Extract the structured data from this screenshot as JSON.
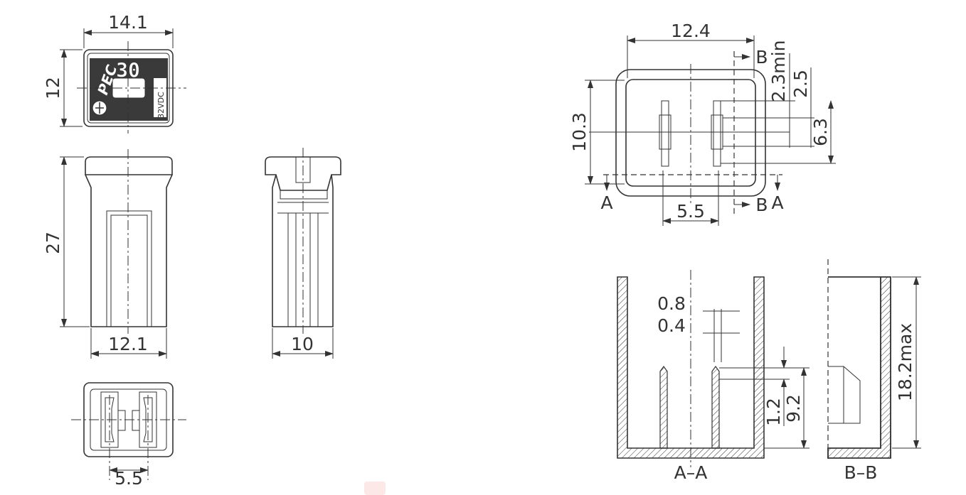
{
  "colors": {
    "line": "#333333",
    "label_dark": "#3a3a3a",
    "label_light": "#ffffff",
    "background": "#ffffff"
  },
  "fuse_label": {
    "rating": "30",
    "voltage": "32VDC",
    "logo_text": "PEC"
  },
  "dimensions": {
    "top_width": "14.1",
    "top_height": "12",
    "front_height": "27",
    "front_width": "12.1",
    "side_width": "10",
    "bottom_pitch": "5.5"
  },
  "socket": {
    "top_width": "12.4",
    "top_height": "10.3",
    "pitch": "5.5",
    "min_clearance": "2.3min",
    "dim_2_5": "2.5",
    "terminal_width": "6.3",
    "section_a": "A",
    "section_b": "B",
    "thickness_outer": "0.8",
    "thickness_inner": "0.4",
    "dim_1_2": "1.2",
    "dim_9_2": "9.2",
    "height_max": "18.2max",
    "caption_aa": "A–A",
    "caption_bb": "B–B"
  },
  "icons": [
    "ground-symbol-icon",
    "arrow-icon"
  ]
}
